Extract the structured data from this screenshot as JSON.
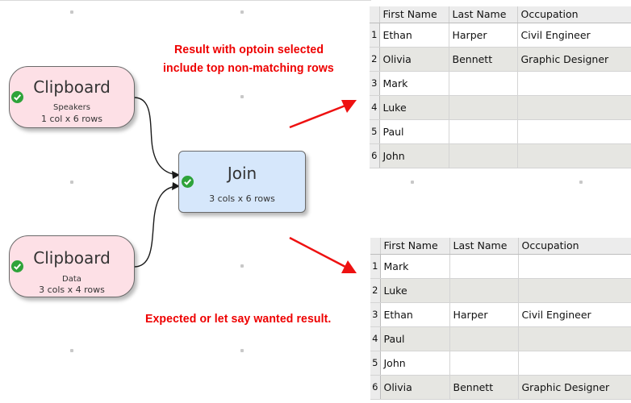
{
  "nodes": {
    "clipboard_speakers": {
      "title": "Clipboard",
      "name": "Speakers",
      "size": "1 col x 6 rows"
    },
    "clipboard_data": {
      "title": "Clipboard",
      "name": "Data",
      "size": "3 cols x 4 rows"
    },
    "join": {
      "title": "Join",
      "size": "3 cols x 6 rows"
    }
  },
  "annotations": {
    "top_line1": "Result with optoin selected",
    "top_line2": "include top non-matching rows",
    "bottom": "Expected or let say wanted result."
  },
  "table_columns": [
    "First Name",
    "Last Name",
    "Occupation"
  ],
  "table_top": {
    "rows": [
      {
        "index": "1",
        "first": "Ethan",
        "last": "Harper",
        "occupation": "Civil Engineer"
      },
      {
        "index": "2",
        "first": "Olivia",
        "last": "Bennett",
        "occupation": "Graphic Designer"
      },
      {
        "index": "3",
        "first": "Mark",
        "last": "",
        "occupation": ""
      },
      {
        "index": "4",
        "first": "Luke",
        "last": "",
        "occupation": ""
      },
      {
        "index": "5",
        "first": "Paul",
        "last": "",
        "occupation": ""
      },
      {
        "index": "6",
        "first": "John",
        "last": "",
        "occupation": ""
      }
    ]
  },
  "table_bottom": {
    "rows": [
      {
        "index": "1",
        "first": "Mark",
        "last": "",
        "occupation": ""
      },
      {
        "index": "2",
        "first": "Luke",
        "last": "",
        "occupation": ""
      },
      {
        "index": "3",
        "first": "Ethan",
        "last": "Harper",
        "occupation": "Civil Engineer"
      },
      {
        "index": "4",
        "first": "Paul",
        "last": "",
        "occupation": ""
      },
      {
        "index": "5",
        "first": "John",
        "last": "",
        "occupation": ""
      },
      {
        "index": "6",
        "first": "Olivia",
        "last": "Bennett",
        "occupation": "Graphic Designer"
      }
    ]
  },
  "colors": {
    "annotation": "#ee0000",
    "clipboard_fill": "#fde0e6",
    "join_fill": "#d6e7fb",
    "check": "#2ea33a"
  },
  "icons": {
    "status": "check-icon"
  }
}
